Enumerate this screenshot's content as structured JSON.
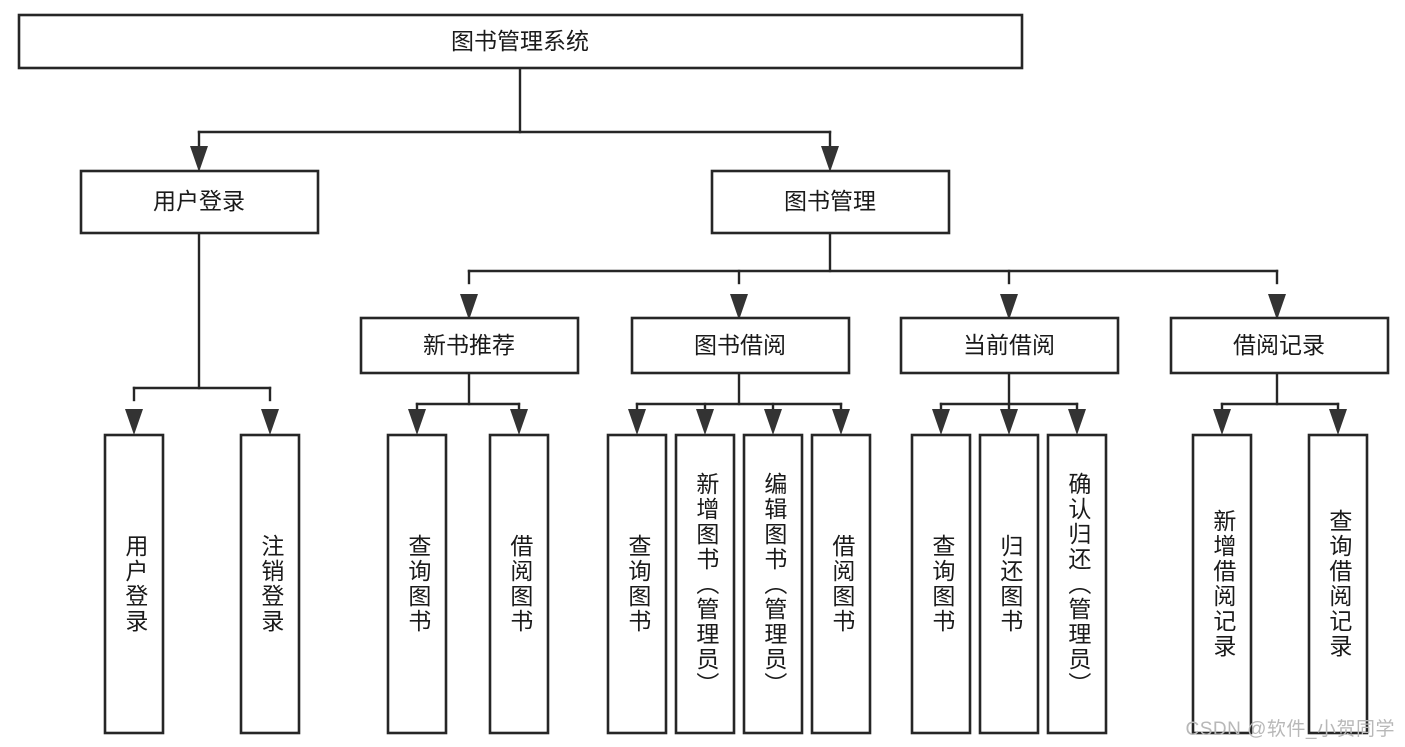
{
  "diagram": {
    "title": "图书管理系统",
    "type": "tree-hierarchy-diagram",
    "colors": {
      "box_stroke": "#262626",
      "box_fill": "#ffffff",
      "connector": "#262626",
      "text": "#1a1a1a",
      "watermark": "#b8b8b8",
      "background": "#ffffff"
    },
    "root": {
      "label": "图书管理系统"
    },
    "level2": [
      {
        "id": "user-login",
        "label": "用户登录"
      },
      {
        "id": "book-management",
        "label": "图书管理"
      }
    ],
    "level3": [
      {
        "id": "new-book-recommend",
        "label": "新书推荐"
      },
      {
        "id": "book-borrow",
        "label": "图书借阅"
      },
      {
        "id": "current-borrow",
        "label": "当前借阅"
      },
      {
        "id": "borrow-record",
        "label": "借阅记录"
      }
    ],
    "leaves": [
      {
        "id": "leaf-user-login",
        "label": "用户登录",
        "parent": "user-login"
      },
      {
        "id": "leaf-logout-login",
        "label": "注销登录",
        "parent": "user-login"
      },
      {
        "id": "leaf-query-book-1",
        "label": "查询图书",
        "parent": "new-book-recommend"
      },
      {
        "id": "leaf-borrow-book-1",
        "label": "借阅图书",
        "parent": "new-book-recommend"
      },
      {
        "id": "leaf-query-book-2",
        "label": "查询图书",
        "parent": "book-borrow"
      },
      {
        "id": "leaf-add-book",
        "label": "新增图书（管理员）",
        "parent": "book-borrow"
      },
      {
        "id": "leaf-edit-book",
        "label": "编辑图书（管理员）",
        "parent": "book-borrow"
      },
      {
        "id": "leaf-borrow-book-2",
        "label": "借阅图书",
        "parent": "book-borrow"
      },
      {
        "id": "leaf-query-book-3",
        "label": "查询图书",
        "parent": "current-borrow"
      },
      {
        "id": "leaf-return-book",
        "label": "归还图书",
        "parent": "current-borrow"
      },
      {
        "id": "leaf-confirm-return",
        "label": "确认归还（管理员）",
        "parent": "current-borrow"
      },
      {
        "id": "leaf-add-record",
        "label": "新增借阅记录",
        "parent": "borrow-record"
      },
      {
        "id": "leaf-query-record",
        "label": "查询借阅记录",
        "parent": "borrow-record"
      }
    ],
    "watermark": "CSDN @软件_小贺同学"
  }
}
